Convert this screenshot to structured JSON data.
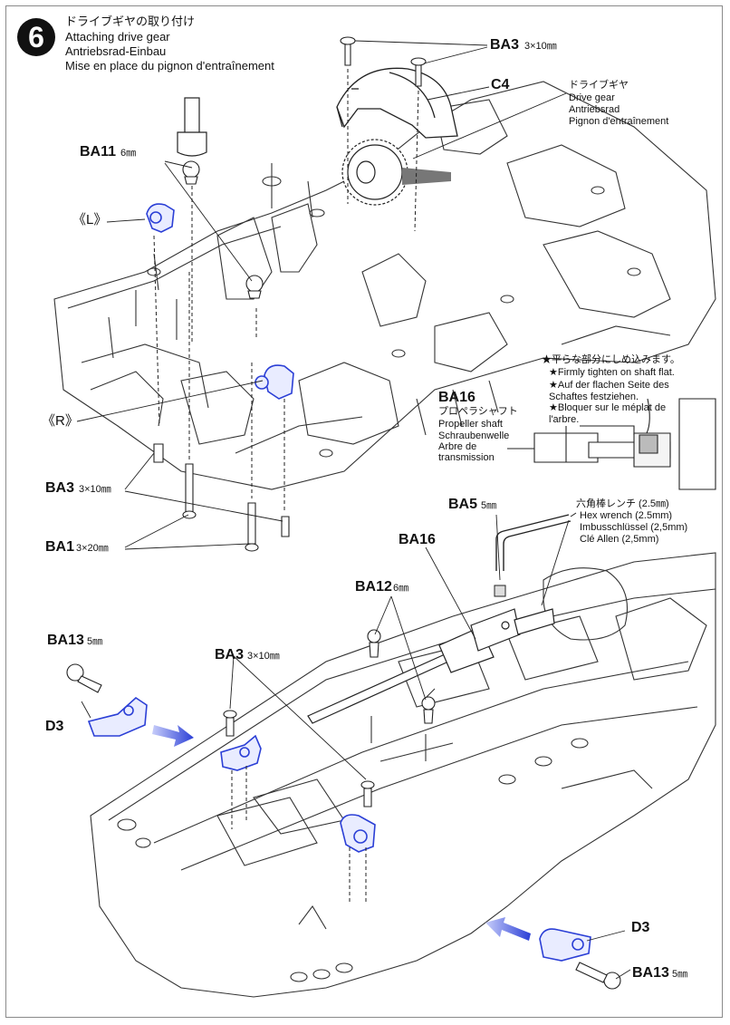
{
  "step": {
    "number": "6",
    "title_ja": "ドライブギヤの取り付け",
    "title_en": "Attaching drive gear",
    "title_de": "Antriebsrad-Einbau",
    "title_fr": "Mise en place du pignon d'entraînement"
  },
  "labels": {
    "ba3_top": "BA3",
    "ba3_top_size": "3×10㎜",
    "c4": "C4",
    "drive_gear_ja": "ドライブギヤ",
    "drive_gear_en": "Drive gear",
    "drive_gear_de": "Antriebsrad",
    "drive_gear_fr": "Pignon d'entraînement",
    "ba11": "BA11",
    "ba11_size": "6㎜",
    "left_mark": "《L》",
    "right_mark": "《R》",
    "ba3_left": "BA3",
    "ba3_left_size": "3×10㎜",
    "ba1": "BA1",
    "ba1_size": "3×20㎜",
    "ba16": "BA16",
    "propshaft_ja": "プロペラシャフト",
    "propshaft_en": "Propeller shaft",
    "propshaft_de": "Schraubenwelle",
    "propshaft_fr1": "Arbre de",
    "propshaft_fr2": "transmission",
    "tighten_ja": "★平らな部分にしめ込みます。",
    "tighten_en": "★Firmly tighten on shaft flat.",
    "tighten_de": "★Auf der flachen Seite des Schaftes festziehen.",
    "tighten_fr": "★Bloquer sur le méplat de l'arbre.",
    "ba5": "BA5",
    "ba5_size": "5㎜",
    "hex_ja": "六角棒レンチ (2.5㎜)",
    "hex_en": "Hex wrench (2.5mm)",
    "hex_de": "Imbusschlüssel (2,5mm)",
    "hex_fr": "Clé Allen (2,5mm)",
    "ba16_lower": "BA16",
    "ba12": "BA12",
    "ba12_size": "6㎜",
    "ba13_left": "BA13",
    "ba13_left_size": "5㎜",
    "d3_left": "D3",
    "ba3_mid": "BA3",
    "ba3_mid_size": "3×10㎜",
    "d3_right": "D3",
    "ba13_right": "BA13",
    "ba13_right_size": "5㎜"
  },
  "colors": {
    "part_highlight": "#2b3fd6",
    "arrow_blue": "#3b4fe0",
    "line": "#222222"
  }
}
